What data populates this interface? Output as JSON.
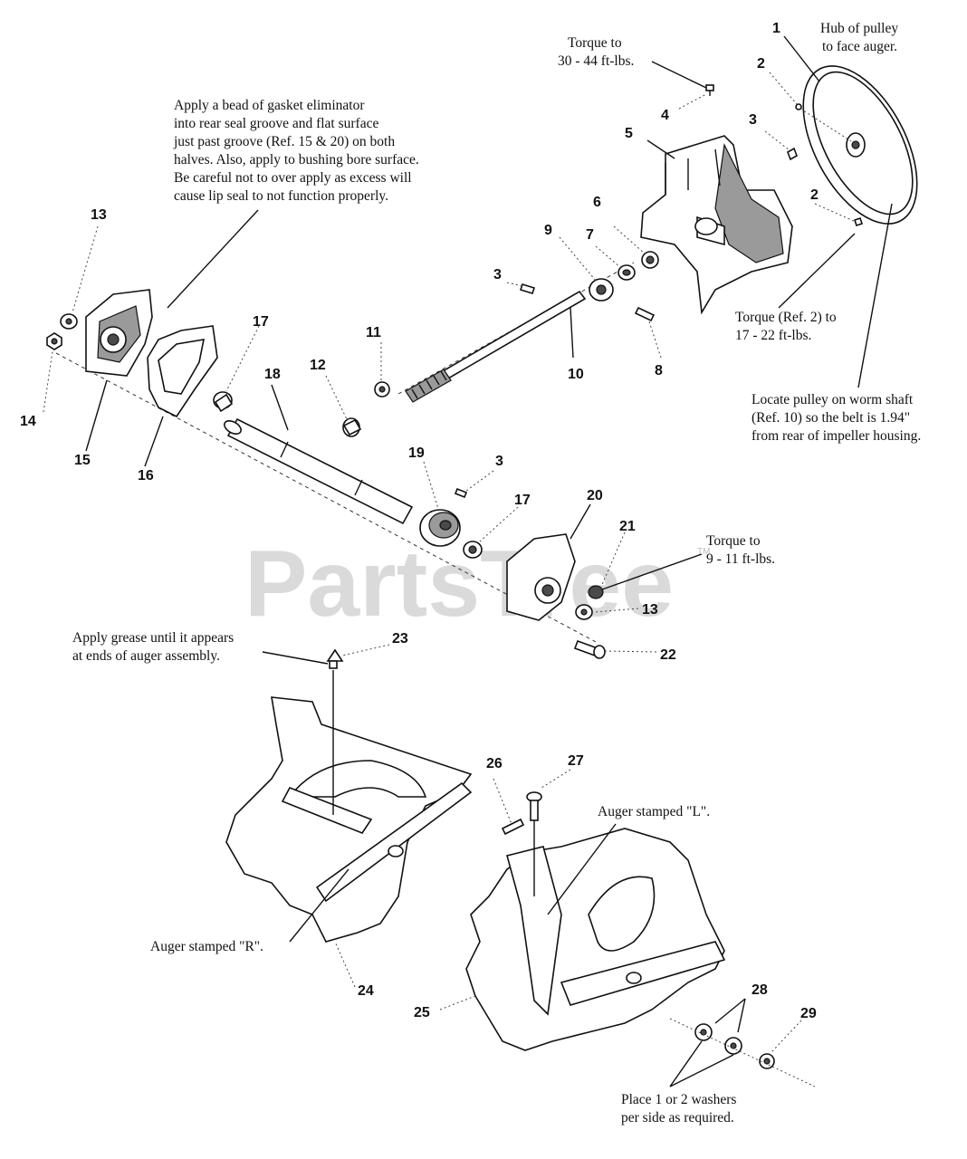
{
  "watermark": {
    "text": "PartsTree",
    "tm": "TM"
  },
  "callouts": [
    {
      "id": "c1",
      "num": "1"
    },
    {
      "id": "c2a",
      "num": "2"
    },
    {
      "id": "c2b",
      "num": "2"
    },
    {
      "id": "c3a",
      "num": "3"
    },
    {
      "id": "c3b",
      "num": "3"
    },
    {
      "id": "c3c",
      "num": "3"
    },
    {
      "id": "c4",
      "num": "4"
    },
    {
      "id": "c5",
      "num": "5"
    },
    {
      "id": "c6",
      "num": "6"
    },
    {
      "id": "c7",
      "num": "7"
    },
    {
      "id": "c8",
      "num": "8"
    },
    {
      "id": "c9",
      "num": "9"
    },
    {
      "id": "c10",
      "num": "10"
    },
    {
      "id": "c11",
      "num": "11"
    },
    {
      "id": "c12",
      "num": "12"
    },
    {
      "id": "c13a",
      "num": "13"
    },
    {
      "id": "c13b",
      "num": "13"
    },
    {
      "id": "c14",
      "num": "14"
    },
    {
      "id": "c15",
      "num": "15"
    },
    {
      "id": "c16",
      "num": "16"
    },
    {
      "id": "c17a",
      "num": "17"
    },
    {
      "id": "c17b",
      "num": "17"
    },
    {
      "id": "c18",
      "num": "18"
    },
    {
      "id": "c19",
      "num": "19"
    },
    {
      "id": "c20",
      "num": "20"
    },
    {
      "id": "c21",
      "num": "21"
    },
    {
      "id": "c22",
      "num": "22"
    },
    {
      "id": "c23",
      "num": "23"
    },
    {
      "id": "c24",
      "num": "24"
    },
    {
      "id": "c25",
      "num": "25"
    },
    {
      "id": "c26",
      "num": "26"
    },
    {
      "id": "c27",
      "num": "27"
    },
    {
      "id": "c28",
      "num": "28"
    },
    {
      "id": "c29",
      "num": "29"
    }
  ],
  "notes": {
    "hub": [
      "Hub of pulley",
      "to face auger."
    ],
    "torque4": [
      "Torque to",
      "30 - 44 ft-lbs."
    ],
    "gasket": [
      "Apply a bead of gasket eliminator",
      "into rear seal groove and flat surface",
      "just past groove (Ref. 15 & 20) on both",
      "halves. Also, apply to bushing bore surface.",
      "Be careful not to over apply as excess will",
      "cause lip seal to not function properly."
    ],
    "torque2": [
      "Torque (Ref. 2) to",
      "17 - 22 ft-lbs."
    ],
    "locate": [
      "Locate pulley on worm shaft",
      "(Ref. 10) so the belt is 1.94\"",
      "from rear of impeller housing."
    ],
    "torque22": [
      "Torque to",
      "9 - 11 ft-lbs."
    ],
    "grease": [
      "Apply grease until it appears",
      "at ends of auger assembly."
    ],
    "augerR": "Auger stamped \"R\".",
    "augerL": "Auger stamped \"L\".",
    "washers": [
      "Place 1 or 2 washers",
      "per side as required."
    ]
  }
}
